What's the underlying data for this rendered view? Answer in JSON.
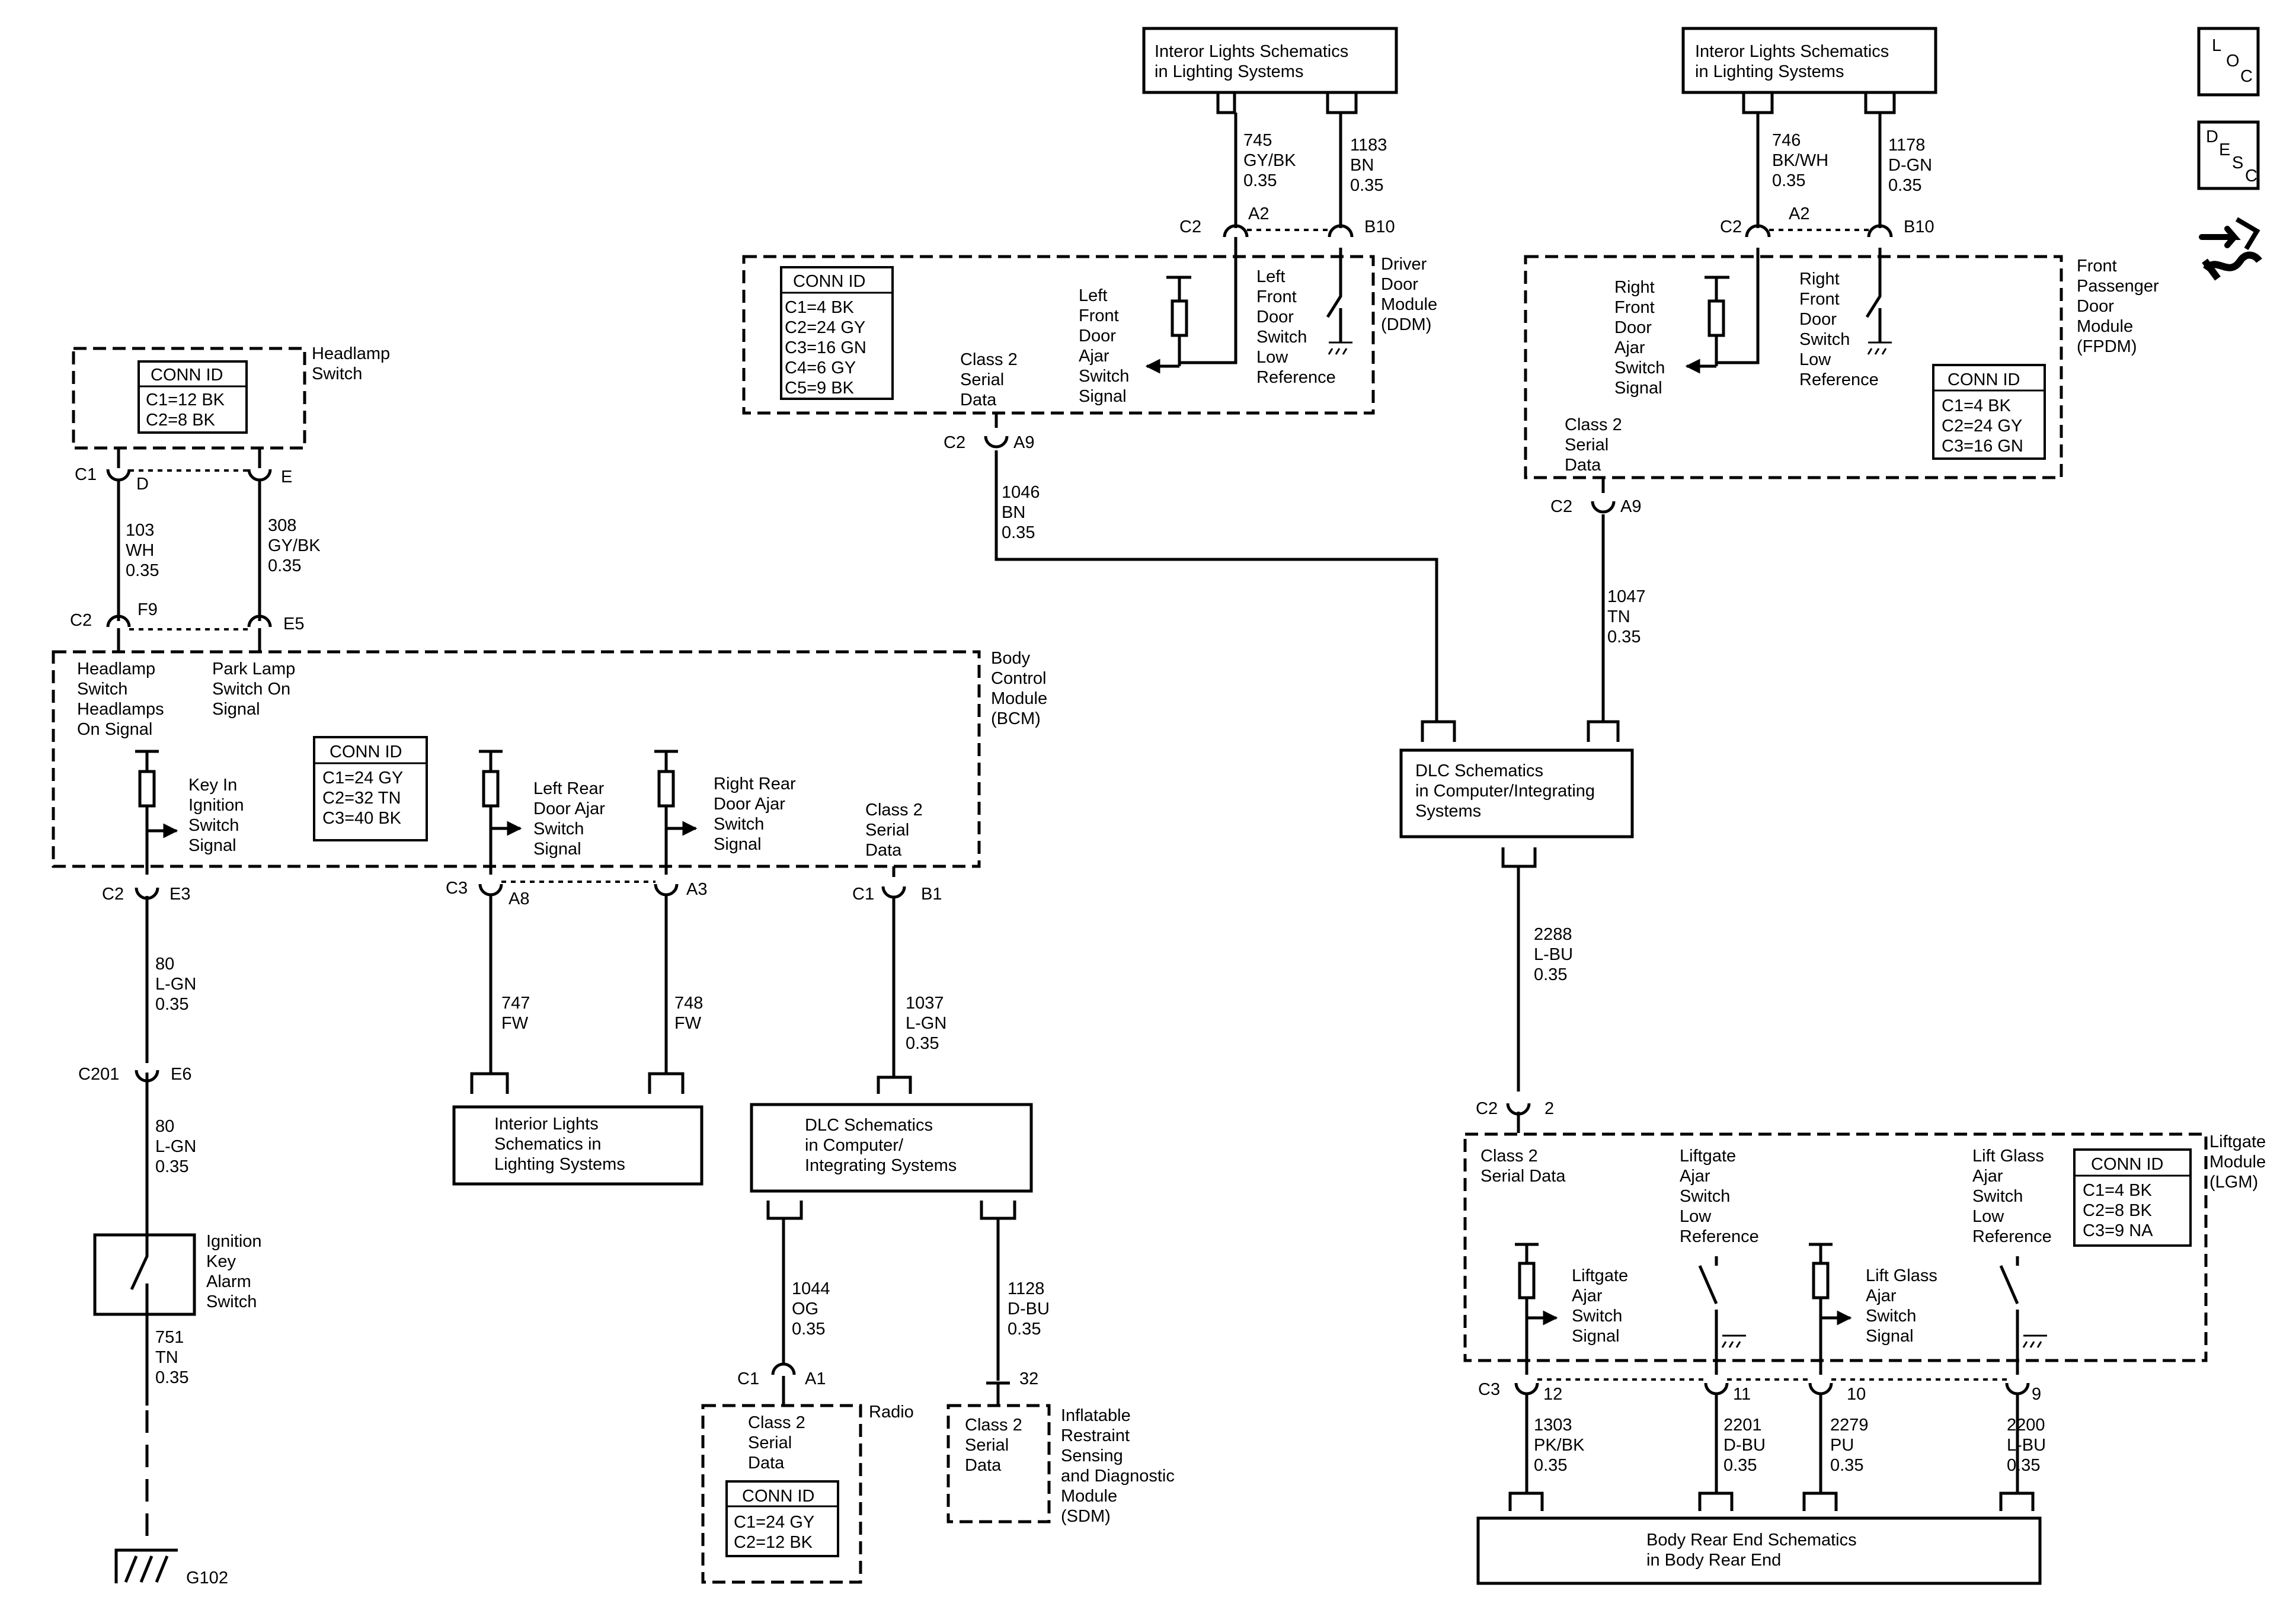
{
  "references": {
    "interior_top_left": [
      "Interor Lights Schematics",
      "in Lighting Systems"
    ],
    "interior_top_right": [
      "Interor Lights Schematics",
      "in Lighting Systems"
    ],
    "dlc_right": [
      "DLC Schematics",
      "in Computer/Integrating",
      "Systems"
    ],
    "interior_bottom": [
      "Interior Lights",
      "Schematics in",
      "Lighting Systems"
    ],
    "dlc_center": [
      "DLC Schematics",
      "in Computer/",
      "Integrating Systems"
    ],
    "body_rear": [
      "Body Rear End Schematics",
      "in Body Rear End"
    ]
  },
  "icons": {
    "loc": [
      "L",
      "O",
      "C"
    ],
    "desc": [
      "D",
      "E",
      "S",
      "C"
    ]
  },
  "modules": {
    "headlamp": {
      "title": [
        "Headlamp",
        "Switch"
      ],
      "conn": {
        "header": "CONN ID",
        "rows": [
          "C1=12 BK",
          "C2=8 BK"
        ]
      }
    },
    "bcm": {
      "title": [
        "Body",
        "Control",
        "Module",
        "(BCM)"
      ],
      "conn": {
        "header": "CONN ID",
        "rows": [
          "C1=24 GY",
          "C2=32 TN",
          "C3=40 BK"
        ]
      },
      "signals": {
        "headlamp_on": [
          "Headlamp",
          "Switch",
          "Headlamps",
          "On Signal"
        ],
        "park_lamp": [
          "Park Lamp",
          "Switch On",
          "Signal"
        ],
        "key_in": [
          "Key In",
          "Ignition",
          "Switch",
          "Signal"
        ],
        "left_rear": [
          "Left Rear",
          "Door Ajar",
          "Switch",
          "Signal"
        ],
        "right_rear": [
          "Right Rear",
          "Door Ajar",
          "Switch",
          "Signal"
        ],
        "class2": [
          "Class 2",
          "Serial",
          "Data"
        ]
      }
    },
    "ddm": {
      "title": [
        "Driver",
        "Door",
        "Module",
        "(DDM)"
      ],
      "conn": {
        "header": "CONN ID",
        "rows": [
          "C1=4 BK",
          "C2=24 GY",
          "C3=16 GN",
          "C4=6 GY",
          "C5=9 BK"
        ]
      },
      "signals": {
        "class2": [
          "Class 2",
          "Serial",
          "Data"
        ],
        "ajar": [
          "Left",
          "Front",
          "Door",
          "Ajar",
          "Switch",
          "Signal"
        ],
        "lowref": [
          "Left",
          "Front",
          "Door",
          "Switch",
          "Low",
          "Reference"
        ]
      }
    },
    "fpdm": {
      "title": [
        "Front",
        "Passenger",
        "Door",
        "Module",
        "(FPDM)"
      ],
      "conn": {
        "header": "CONN ID",
        "rows": [
          "C1=4 BK",
          "C2=24 GY",
          "C3=16 GN"
        ]
      },
      "signals": {
        "ajar": [
          "Right",
          "Front",
          "Door",
          "Ajar",
          "Switch",
          "Signal"
        ],
        "lowref": [
          "Right",
          "Front",
          "Door",
          "Switch",
          "Low",
          "Reference"
        ],
        "class2": [
          "Class 2",
          "Serial",
          "Data"
        ]
      }
    },
    "lgm": {
      "title": [
        "Liftgate",
        "Module",
        "(LGM)"
      ],
      "conn": {
        "header": "CONN ID",
        "rows": [
          "C1=4 BK",
          "C2=8 BK",
          "C3=9 NA"
        ]
      },
      "signals": {
        "class2": [
          "Class 2",
          "Serial Data"
        ],
        "liftgate_lowref": [
          "Liftgate",
          "Ajar",
          "Switch",
          "Low",
          "Reference"
        ],
        "liftglass_lowref": [
          "Lift Glass",
          "Ajar",
          "Switch",
          "Low",
          "Reference"
        ],
        "liftgate_sig": [
          "Liftgate",
          "Ajar",
          "Switch",
          "Signal"
        ],
        "liftglass_sig": [
          "Lift Glass",
          "Ajar",
          "Switch",
          "Signal"
        ]
      }
    },
    "radio": {
      "title": [
        "Radio"
      ],
      "signal": [
        "Class 2",
        "Serial",
        "Data"
      ],
      "conn": {
        "header": "CONN ID",
        "rows": [
          "C1=24 GY",
          "C2=12 BK"
        ]
      }
    },
    "sdm": {
      "title": [
        "Inflatable",
        "Restraint",
        "Sensing",
        "and Diagnostic",
        "Module",
        "(SDM)"
      ],
      "signal": [
        "Class 2",
        "Serial",
        "Data"
      ]
    },
    "ignition_switch": {
      "title": [
        "Ignition",
        "Key",
        "Alarm",
        "Switch"
      ]
    },
    "ground": {
      "label": "G102"
    }
  },
  "wires": {
    "w745": [
      "745",
      "GY/BK",
      "0.35"
    ],
    "w1183": [
      "1183",
      "BN",
      "0.35"
    ],
    "w746": [
      "746",
      "BK/WH",
      "0.35"
    ],
    "w1178": [
      "1178",
      "D-GN",
      "0.35"
    ],
    "w1046": [
      "1046",
      "BN",
      "0.35"
    ],
    "w1047": [
      "1047",
      "TN",
      "0.35"
    ],
    "w103": [
      "103",
      "WH",
      "0.35"
    ],
    "w308": [
      "308",
      "GY/BK",
      "0.35"
    ],
    "w80a": [
      "80",
      "L-GN",
      "0.35"
    ],
    "w80b": [
      "80",
      "L-GN",
      "0.35"
    ],
    "w751": [
      "751",
      "TN",
      "0.35"
    ],
    "w747": [
      "747",
      "FW"
    ],
    "w748": [
      "748",
      "FW"
    ],
    "w1037": [
      "1037",
      "L-GN",
      "0.35"
    ],
    "w1044": [
      "1044",
      "OG",
      "0.35"
    ],
    "w1128": [
      "1128",
      "D-BU",
      "0.35"
    ],
    "w2288": [
      "2288",
      "L-BU",
      "0.35"
    ],
    "w1303": [
      "1303",
      "PK/BK",
      "0.35"
    ],
    "w2201": [
      "2201",
      "D-BU",
      "0.35"
    ],
    "w2279": [
      "2279",
      "PU",
      "0.35"
    ],
    "w2200": [
      "2200",
      "L-BU",
      "0.35"
    ]
  },
  "pins": {
    "ddm_c2": "C2",
    "ddm_a2": "A2",
    "ddm_b10": "B10",
    "ddm_c2b": "C2",
    "ddm_a9": "A9",
    "fpdm_c2": "C2",
    "fpdm_a2": "A2",
    "fpdm_b10": "B10",
    "fpdm_c2b": "C2",
    "fpdm_a9": "A9",
    "hl_c1": "C1",
    "hl_d": "D",
    "hl_e": "E",
    "bcm_c2": "C2",
    "bcm_f9": "F9",
    "bcm_e5": "E5",
    "bcm_c2b": "C2",
    "bcm_e3": "E3",
    "bcm_c3": "C3",
    "bcm_a8": "A8",
    "bcm_a3": "A3",
    "bcm_c1": "C1",
    "bcm_b1": "B1",
    "c201": "C201",
    "e6": "E6",
    "radio_c1": "C1",
    "radio_a1": "A1",
    "sdm_32": "32",
    "lgm_c2": "C2",
    "lgm_2": "2",
    "lgm_c3": "C3",
    "lgm_12": "12",
    "lgm_11": "11",
    "lgm_10": "10",
    "lgm_9": "9"
  }
}
